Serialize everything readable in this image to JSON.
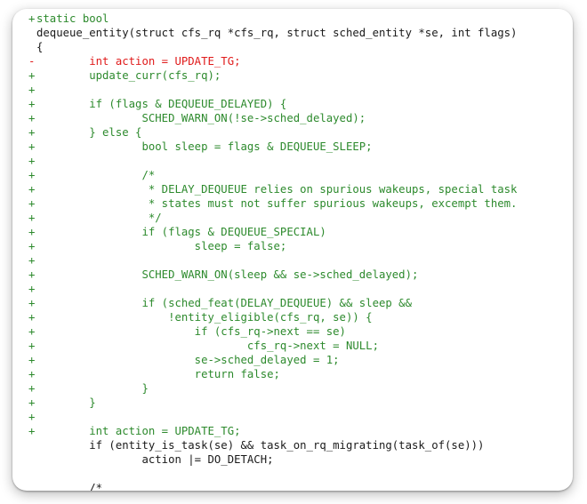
{
  "diff": {
    "lines": [
      {
        "marker": "+",
        "text": "static bool",
        "kind": "add"
      },
      {
        "marker": " ",
        "text": "dequeue_entity(struct cfs_rq *cfs_rq, struct sched_entity *se, int flags)",
        "kind": "ctx"
      },
      {
        "marker": " ",
        "text": "{",
        "kind": "ctx"
      },
      {
        "marker": "-",
        "text": "        int action = UPDATE_TG;",
        "kind": "del"
      },
      {
        "marker": "+",
        "text": "        update_curr(cfs_rq);",
        "kind": "add"
      },
      {
        "marker": "+",
        "text": "",
        "kind": "add"
      },
      {
        "marker": "+",
        "text": "        if (flags & DEQUEUE_DELAYED) {",
        "kind": "add"
      },
      {
        "marker": "+",
        "text": "                SCHED_WARN_ON(!se->sched_delayed);",
        "kind": "add"
      },
      {
        "marker": "+",
        "text": "        } else {",
        "kind": "add"
      },
      {
        "marker": "+",
        "text": "                bool sleep = flags & DEQUEUE_SLEEP;",
        "kind": "add"
      },
      {
        "marker": "+",
        "text": "",
        "kind": "add"
      },
      {
        "marker": "+",
        "text": "                /*",
        "kind": "add"
      },
      {
        "marker": "+",
        "text": "                 * DELAY_DEQUEUE relies on spurious wakeups, special task",
        "kind": "add"
      },
      {
        "marker": "+",
        "text": "                 * states must not suffer spurious wakeups, excempt them.",
        "kind": "add"
      },
      {
        "marker": "+",
        "text": "                 */",
        "kind": "add"
      },
      {
        "marker": "+",
        "text": "                if (flags & DEQUEUE_SPECIAL)",
        "kind": "add"
      },
      {
        "marker": "+",
        "text": "                        sleep = false;",
        "kind": "add"
      },
      {
        "marker": "+",
        "text": "",
        "kind": "add"
      },
      {
        "marker": "+",
        "text": "                SCHED_WARN_ON(sleep && se->sched_delayed);",
        "kind": "add"
      },
      {
        "marker": "+",
        "text": "",
        "kind": "add"
      },
      {
        "marker": "+",
        "text": "                if (sched_feat(DELAY_DEQUEUE) && sleep &&",
        "kind": "add"
      },
      {
        "marker": "+",
        "text": "                    !entity_eligible(cfs_rq, se)) {",
        "kind": "add"
      },
      {
        "marker": "+",
        "text": "                        if (cfs_rq->next == se)",
        "kind": "add"
      },
      {
        "marker": "+",
        "text": "                                cfs_rq->next = NULL;",
        "kind": "add"
      },
      {
        "marker": "+",
        "text": "                        se->sched_delayed = 1;",
        "kind": "add"
      },
      {
        "marker": "+",
        "text": "                        return false;",
        "kind": "add"
      },
      {
        "marker": "+",
        "text": "                }",
        "kind": "add"
      },
      {
        "marker": "+",
        "text": "        }",
        "kind": "add"
      },
      {
        "marker": "+",
        "text": "",
        "kind": "add"
      },
      {
        "marker": "+",
        "text": "        int action = UPDATE_TG;",
        "kind": "add"
      },
      {
        "marker": " ",
        "text": "        if (entity_is_task(se) && task_on_rq_migrating(task_of(se)))",
        "kind": "ctx"
      },
      {
        "marker": " ",
        "text": "                action |= DO_DETACH;",
        "kind": "ctx"
      },
      {
        "marker": " ",
        "text": "",
        "kind": "ctx"
      },
      {
        "marker": " ",
        "text": "        /*",
        "kind": "ctx"
      }
    ]
  },
  "colors": {
    "added": "#2d8a2d",
    "removed": "#e01b1b",
    "context": "#1a1a1a"
  }
}
